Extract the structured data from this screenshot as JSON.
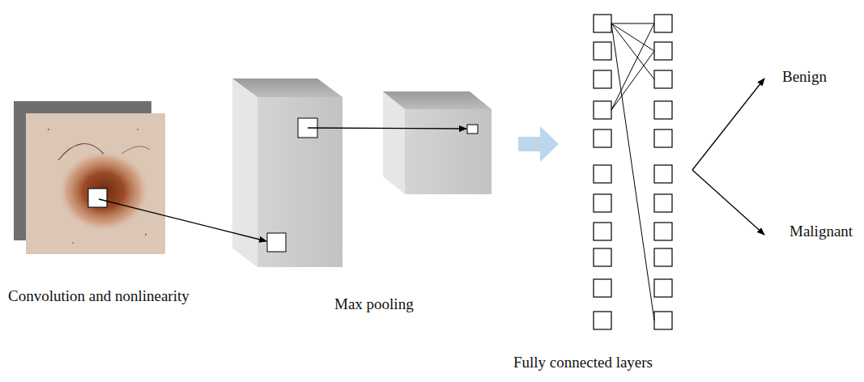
{
  "diagram": {
    "labels": [
      "Convolution and nonlinearity",
      "Max pooling",
      "Fully connected layers",
      "Benign",
      "Malignant"
    ]
  }
}
